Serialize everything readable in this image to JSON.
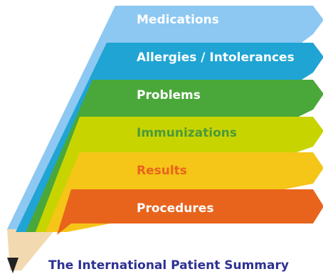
{
  "bands": [
    {
      "label": "Medications",
      "fill": "#8cc8f2",
      "text_color": "#ffffff"
    },
    {
      "label": "Allergies / Intolerances",
      "fill": "#1fa4d4",
      "text_color": "#ffffff"
    },
    {
      "label": "Problems",
      "fill": "#4aa83a",
      "text_color": "#ffffff"
    },
    {
      "label": "Immunizations",
      "fill": "#c8d400",
      "text_color": "#4a9a3a"
    },
    {
      "label": "Results",
      "fill": "#f5c518",
      "text_color": "#e8641c"
    },
    {
      "label": "Procedures",
      "fill": "#e8641c",
      "text_color": "#ffffff"
    }
  ],
  "caption": {
    "text": "The International Patient Summary",
    "color": "#2e3192"
  },
  "pencil": {
    "wood_color": "#f2d9b0",
    "lead_color": "#222222"
  }
}
